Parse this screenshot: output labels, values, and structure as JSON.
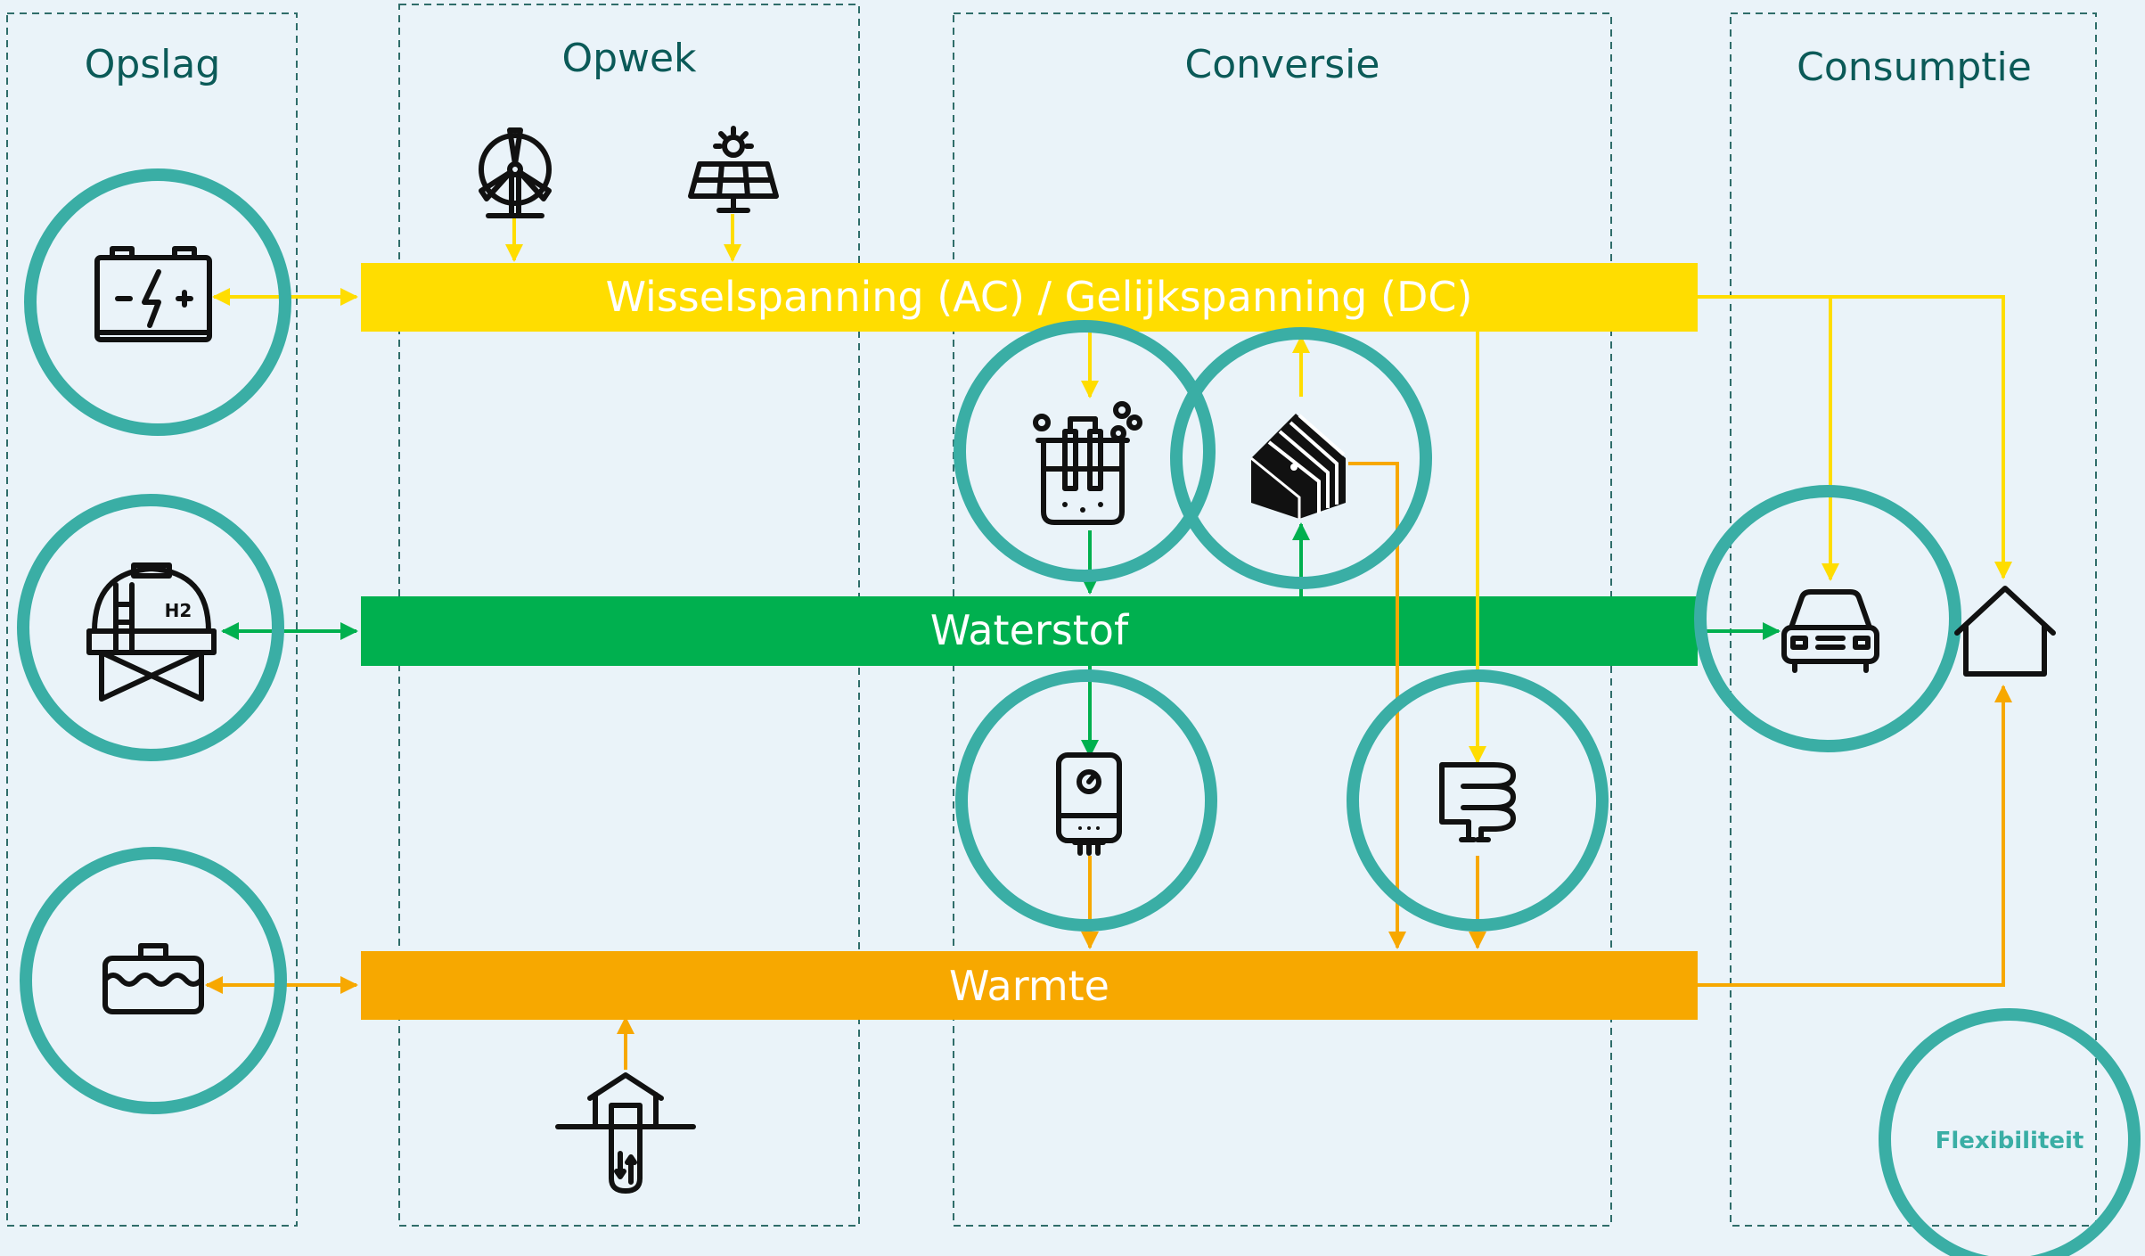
{
  "columns": {
    "opslag": "Opslag",
    "opwek": "Opwek",
    "conversie": "Conversie",
    "consumptie": "Consumptie"
  },
  "buses": {
    "electricity": "Wisselspanning (AC) / Gelijkspanning (DC)",
    "hydrogen": "Waterstof",
    "heat": "Warmte"
  },
  "flexibility_label": "Flexibiliteit",
  "colors": {
    "electricity": "#ffdd00",
    "hydrogen": "#00b04f",
    "heat": "#f7a800",
    "ring": "#3aaea5",
    "heading": "#0b5a58",
    "background": "#eaf3f9"
  },
  "icons": {
    "battery": "battery-icon",
    "hydrogen_tank": "hydrogen-tank-icon",
    "heat_storage": "heat-storage-tank-icon",
    "wind": "wind-turbine-icon",
    "solar": "solar-panel-icon",
    "geothermal": "geothermal-heat-pump-icon",
    "electrolyzer": "electrolyzer-icon",
    "fuel_cell": "fuel-cell-icon",
    "boiler": "hydrogen-boiler-icon",
    "heater": "electric-heater-icon",
    "car": "car-icon",
    "house": "house-icon"
  }
}
